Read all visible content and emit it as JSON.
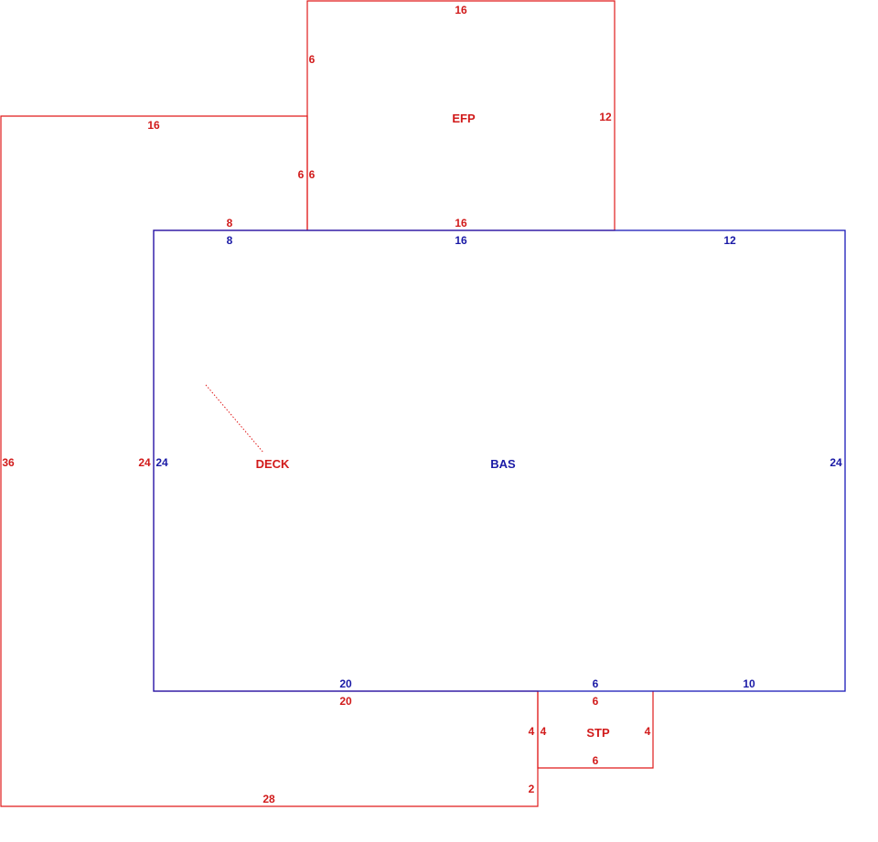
{
  "colors": {
    "secondary_area": "#e01b1b",
    "main_area": "#1a1ab8"
  },
  "areas": {
    "efp": {
      "label": "EFP"
    },
    "bas": {
      "label": "BAS"
    },
    "deck": {
      "label": "DECK"
    },
    "stp": {
      "label": "STP"
    }
  },
  "dimensions": {
    "efp_top": "16",
    "efp_left_upper": "6",
    "efp_left_lower": "6",
    "efp_right": "12",
    "efp_bottom": "16",
    "deck_top": "16",
    "deck_notch": "6",
    "deck_step": "8",
    "deck_left": "36",
    "deck_inner_left": "24",
    "deck_bottom": "28",
    "deck_right_lower": "2",
    "deck_right_upper": "4",
    "deck_inner_bottom": "20",
    "bas_top_left": "8",
    "bas_top_mid": "16",
    "bas_top_right": "12",
    "bas_left": "24",
    "bas_right": "24",
    "bas_bottom_left": "20",
    "bas_bottom_mid": "6",
    "bas_bottom_right": "10",
    "stp_top": "6",
    "stp_left": "4",
    "stp_right": "4",
    "stp_bottom": "6"
  }
}
